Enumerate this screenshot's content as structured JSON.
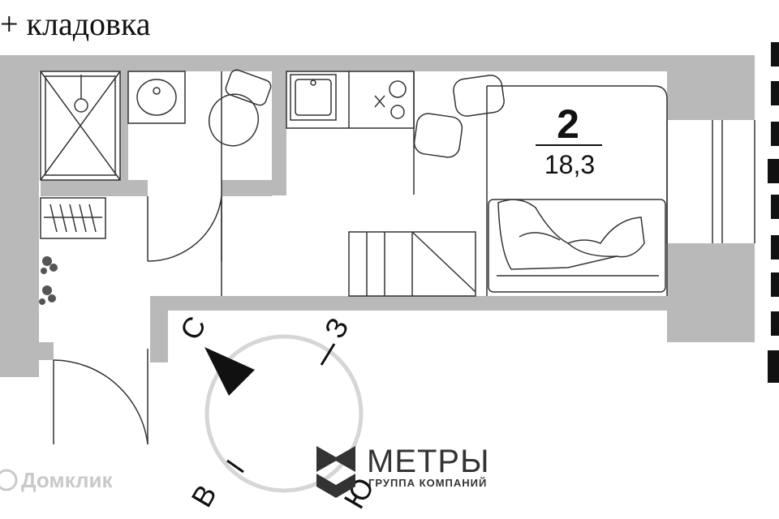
{
  "header": {
    "title": "+ кладовка"
  },
  "room": {
    "number": "2",
    "area": "18,3"
  },
  "compass": {
    "north": "С",
    "east": "З",
    "west": "В",
    "south": "Ю"
  },
  "brand": {
    "name": "МЕТРЫ",
    "subtitle": "ГРУППА КОМПАНИЙ"
  },
  "watermark": {
    "text": "Домклик"
  },
  "colors": {
    "wall": "#b9b9b9",
    "line": "#333333",
    "compass_ring": "#d6d6d6"
  }
}
